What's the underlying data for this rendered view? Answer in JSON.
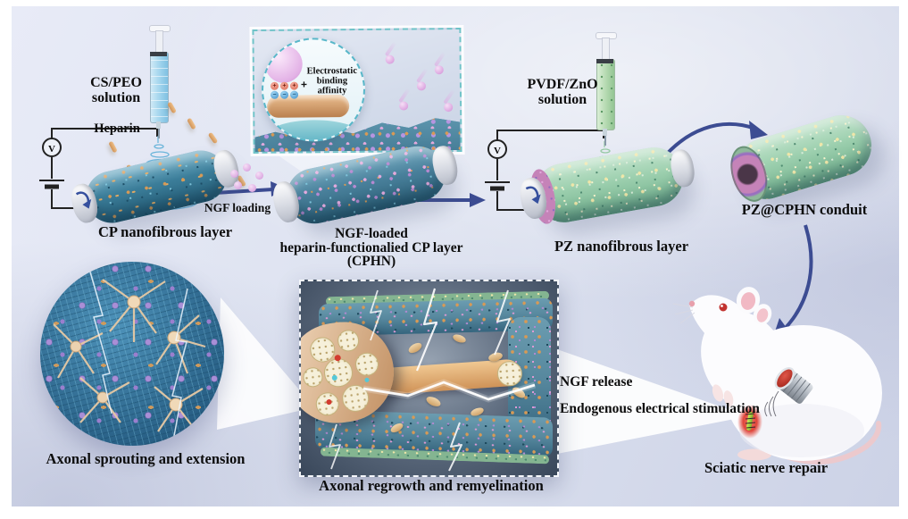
{
  "colors": {
    "background": "#dde2f0",
    "arrow_blue": "#3c4c92",
    "circuit_black": "#222222",
    "cp_layer_teal": "#3b7d99",
    "cphn_pink": "#d79fd6",
    "pz_layer_green": "#9ccfae",
    "ngf_particle_pink": "#e0b1e4",
    "heparin_rod_tan": "#d89a55",
    "lightning_white": "#ffffff",
    "wound_red": "#e0453a",
    "implant_green": "#9fd34a",
    "rat_white": "#fcfcfe"
  },
  "voltmeter_label": "V",
  "charges": {
    "plus": "+",
    "minus": "−"
  },
  "steps": {
    "solution1_line1": "CS/PEO",
    "solution1_line2": "solution",
    "heparin_label": "Heparin",
    "cp_layer_label": "CP nanofibrous layer",
    "ngf_loading_label": "NGF loading",
    "binding_inset": {
      "line1": "Electrostatic",
      "line2": "binding",
      "line3": "affinity"
    },
    "cphn_label": {
      "line1": "NGF-loaded",
      "line2": "heparin-functionalied CP layer",
      "line3": "(CPHN)"
    },
    "solution2_line1": "PVDF/ZnO",
    "solution2_line2": "solution",
    "pz_layer_label": "PZ nanofibrous layer",
    "conduit_label": "PZ@CPHN conduit"
  },
  "outcomes": {
    "sprouting_label": "Axonal sprouting and extension",
    "regrowth_label": "Axonal regrowth and remyelination",
    "ngf_release_label": "NGF release",
    "stimulation_label": "Endogenous electrical stimulation",
    "repair_label": "Sciatic nerve repair"
  }
}
